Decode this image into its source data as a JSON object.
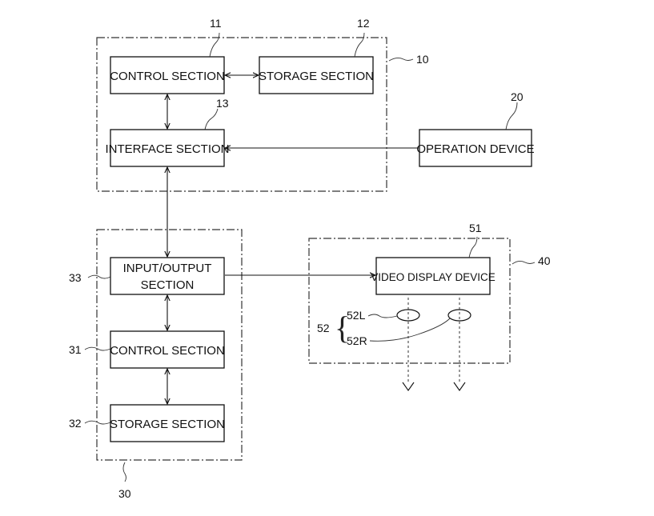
{
  "device_10": {
    "ref": "10",
    "control": {
      "label": "CONTROL SECTION",
      "ref": "11"
    },
    "storage": {
      "label": "STORAGE SECTION",
      "ref": "12"
    },
    "interface": {
      "label": "INTERFACE SECTION",
      "ref": "13"
    }
  },
  "operation_device": {
    "label": "OPERATION DEVICE",
    "ref": "20"
  },
  "device_30": {
    "ref": "30",
    "io": {
      "label_line1": "INPUT/OUTPUT",
      "label_line2": "SECTION",
      "ref": "33"
    },
    "control": {
      "label": "CONTROL SECTION",
      "ref": "31"
    },
    "storage": {
      "label": "STORAGE SECTION",
      "ref": "32"
    }
  },
  "device_40": {
    "ref": "40",
    "video_display": {
      "label": "VIDEO DISPLAY DEVICE",
      "ref": "51"
    },
    "optics": {
      "ref": "52",
      "left_ref": "52L",
      "right_ref": "52R",
      "brace": "{"
    }
  }
}
